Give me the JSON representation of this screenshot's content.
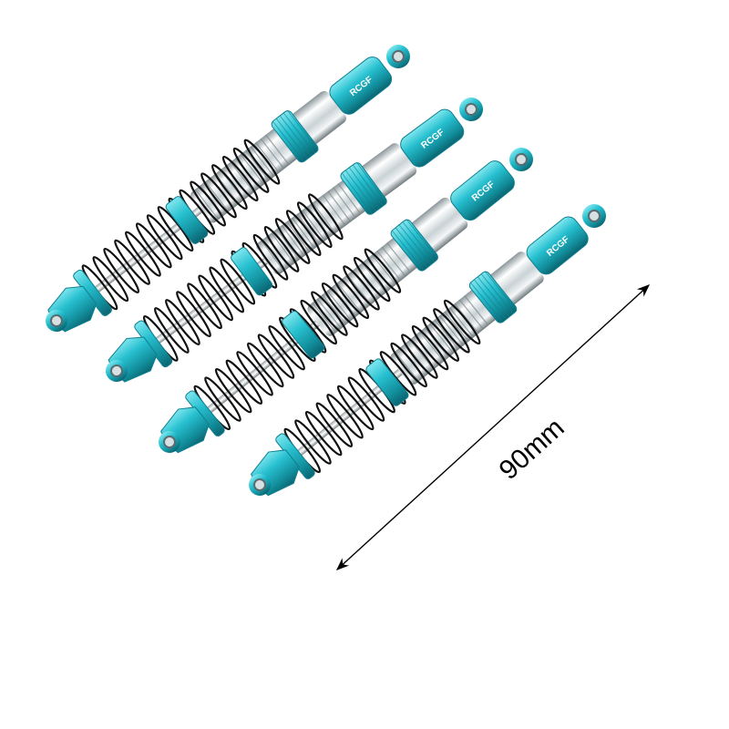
{
  "image": {
    "background": "#ffffff",
    "product": {
      "shock_count": 4,
      "body_color": "#22b8c8",
      "body_dark": "#0f8090",
      "chrome_color": "#e8eef0",
      "spring_color": "#111111",
      "logo_text": "RCGF"
    },
    "dimension": {
      "label": "90mm",
      "line_color": "#000000"
    }
  }
}
